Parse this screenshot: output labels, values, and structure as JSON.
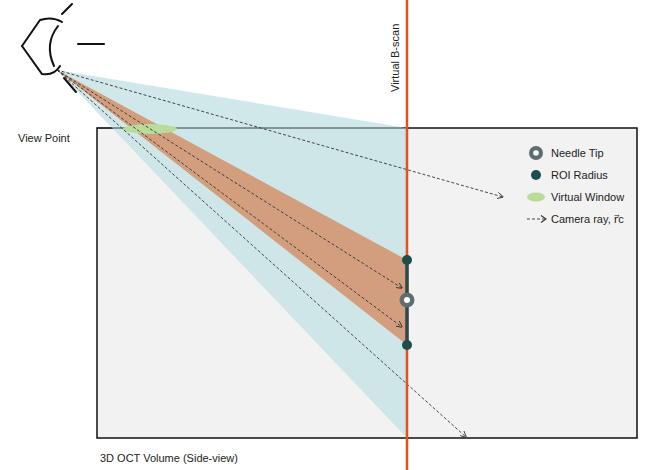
{
  "diagram": {
    "nodes": [
      {
        "text": [
          "3D OCT Volume (Side-view)"
        ]
      }
    ],
    "labels": [
      "View Point",
      "Virtual B-scan"
    ],
    "legend": [
      {
        "text": "Needle Tip"
      },
      {
        "text": "ROI Radius",
        "color": "#1e4d4e"
      },
      {
        "text": "Virtual Window",
        "color": "#b9dc9a"
      },
      {
        "text": "Camera ray, r⃗c"
      }
    ]
  }
}
